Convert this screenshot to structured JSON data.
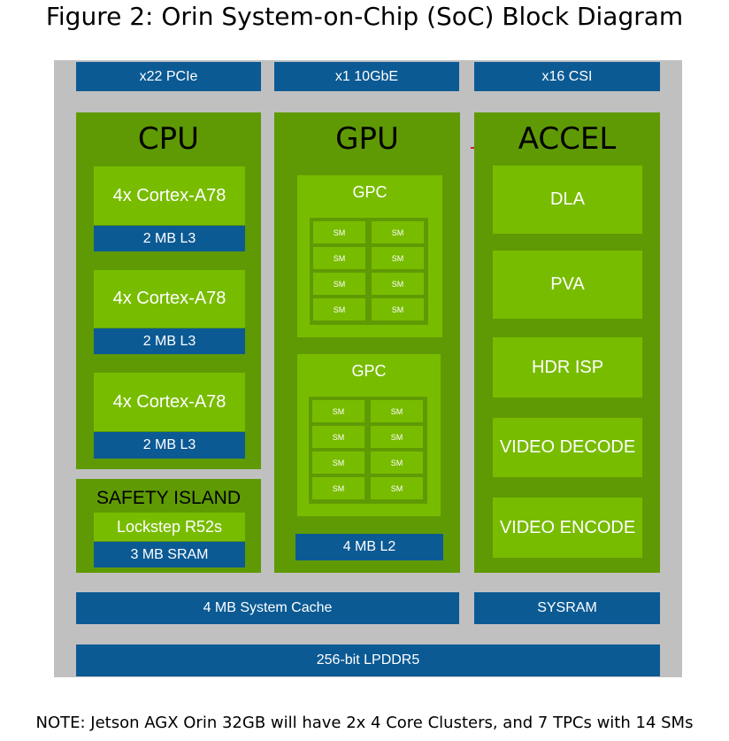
{
  "title": "Figure 2: Orin System-on-Chip (SoC) Block Diagram",
  "io": {
    "pcie": "x22 PCIe",
    "ethernet": "x1 10GbE",
    "csi": "x16 CSI"
  },
  "cpu": {
    "title": "CPU",
    "clusters": [
      {
        "core": "4x Cortex-A78",
        "cache": "2 MB L3"
      },
      {
        "core": "4x Cortex-A78",
        "cache": "2 MB L3"
      },
      {
        "core": "4x Cortex-A78",
        "cache": "2 MB L3"
      }
    ]
  },
  "safety": {
    "title": "SAFETY ISLAND",
    "core": "Lockstep R52s",
    "sram": "3 MB SRAM"
  },
  "gpu": {
    "title": "GPU",
    "gpcs": [
      {
        "label": "GPC",
        "sm": [
          "SM",
          "SM",
          "SM",
          "SM",
          "SM",
          "SM",
          "SM",
          "SM"
        ]
      },
      {
        "label": "GPC",
        "sm": [
          "SM",
          "SM",
          "SM",
          "SM",
          "SM",
          "SM",
          "SM",
          "SM"
        ]
      }
    ],
    "l2": "4 MB L2"
  },
  "accel": {
    "title": "ACCEL",
    "blocks": [
      "DLA",
      "PVA",
      "HDR ISP",
      "VIDEO DECODE",
      "VIDEO ENCODE"
    ]
  },
  "system_cache": "4 MB System Cache",
  "sysram": "SYSRAM",
  "memory": "256-bit LPDDR5",
  "note": "NOTE: Jetson AGX Orin 32GB will have 2x 4 Core Clusters, and 7 TPCs with 14 SMs",
  "colors": {
    "blue": "#0b5a94",
    "dark_green": "#5f9a05",
    "light_green": "#78bc00",
    "frame": "#c0c0c0"
  }
}
